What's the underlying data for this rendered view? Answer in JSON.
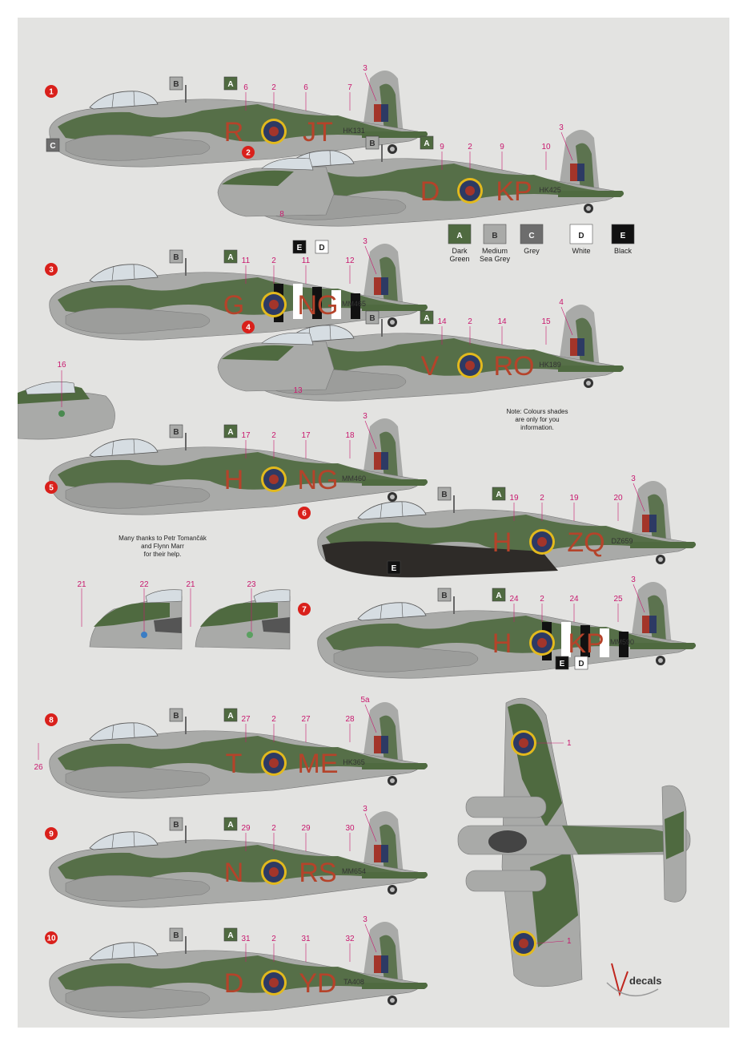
{
  "legend": [
    {
      "letter": "A",
      "line1": "Dark",
      "line2": "Green",
      "fill": "#4f6a40",
      "text_color": "#ffffff"
    },
    {
      "letter": "B",
      "line1": "Medium",
      "line2": "Sea Grey",
      "fill": "#a9aaa8",
      "text_color": "#333333"
    },
    {
      "letter": "C",
      "line1": "Grey",
      "line2": "",
      "fill": "#6d6d6d",
      "text_color": "#ffffff"
    },
    {
      "letter": "D",
      "line1": "White",
      "line2": "",
      "fill": "#ffffff",
      "text_color": "#222222"
    },
    {
      "letter": "E",
      "line1": "Black",
      "line2": "",
      "fill": "#111111",
      "text_color": "#ffffff"
    }
  ],
  "note": {
    "line1": "Note: Colours shades",
    "line2": "are only for you",
    "line3": "information."
  },
  "thanks": {
    "line1": "Many thanks to Petr Tomančák",
    "line2": "and Flynn Marr",
    "line3": "for their help."
  },
  "brand": "decals",
  "colors": {
    "dark_green": "#4f6a40",
    "sea_grey": "#a9aaa8",
    "code_red": "#b5432a",
    "callout": "#c8186e",
    "marker": "#d9201b",
    "roundel_blue": "#2d3a64",
    "roundel_red": "#a3352a",
    "roundel_yellow": "#e2b91d"
  },
  "profiles": [
    {
      "num": "1",
      "code_left": "R",
      "code_right": "JT",
      "serial": "HK131",
      "c1": "6",
      "c2": "2",
      "c3": "6",
      "c4": "7",
      "fin": "3",
      "b": "B",
      "a": "A"
    },
    {
      "num": "2",
      "code_left": "D",
      "code_right": "KP",
      "serial": "HK425",
      "c1": "9",
      "c2": "2",
      "c3": "9",
      "c4": "10",
      "fin": "3",
      "b": "B",
      "a": "A"
    },
    {
      "num": "3",
      "code_left": "G",
      "code_right": "NG",
      "serial": "MM465",
      "c1": "11",
      "c2": "2",
      "c3": "11",
      "c4": "12",
      "fin": "3",
      "b": "B",
      "a": "A"
    },
    {
      "num": "4",
      "code_left": "V",
      "code_right": "RO",
      "serial": "HK189",
      "c1": "14",
      "c2": "2",
      "c3": "14",
      "c4": "15",
      "fin": "4",
      "b": "B",
      "a": "A"
    },
    {
      "num": "5",
      "code_left": "H",
      "code_right": "NG",
      "serial": "MM460",
      "c1": "17",
      "c2": "2",
      "c3": "17",
      "c4": "18",
      "fin": "3",
      "b": "B",
      "a": "A"
    },
    {
      "num": "6",
      "code_left": "H",
      "code_right": "ZQ",
      "serial": "DZ659",
      "c1": "19",
      "c2": "2",
      "c3": "19",
      "c4": "20",
      "fin": "3",
      "b": "B",
      "a": "A"
    },
    {
      "num": "7",
      "code_left": "H",
      "code_right": "KP",
      "serial": "MM590",
      "c1": "24",
      "c2": "2",
      "c3": "24",
      "c4": "25",
      "fin": "3",
      "b": "B",
      "a": "A"
    },
    {
      "num": "8",
      "code_left": "T",
      "code_right": "ME",
      "serial": "HK365",
      "c1": "27",
      "c2": "2",
      "c3": "27",
      "c4": "28",
      "fin": "5a",
      "b": "B",
      "a": "A"
    },
    {
      "num": "9",
      "code_left": "N",
      "code_right": "RS",
      "serial": "MM654",
      "c1": "29",
      "c2": "2",
      "c3": "29",
      "c4": "30",
      "fin": "3",
      "b": "B",
      "a": "A"
    },
    {
      "num": "10",
      "code_left": "D",
      "code_right": "YD",
      "serial": "TA408",
      "c1": "31",
      "c2": "2",
      "c3": "31",
      "c4": "32",
      "fin": "3",
      "b": "B",
      "a": "A"
    }
  ],
  "extras": {
    "p1_c": "C",
    "p2_nose": "8",
    "p3_e": "E",
    "p3_d": "D",
    "p4_nose": "13",
    "p6_e": "E",
    "p7_e": "E",
    "p7_d": "D",
    "inset_16": "16",
    "inset_21a": "21",
    "inset_22": "22",
    "inset_21b": "21",
    "inset_23": "23",
    "p8_26": "26",
    "plan_1a": "1",
    "plan_1b": "1"
  }
}
